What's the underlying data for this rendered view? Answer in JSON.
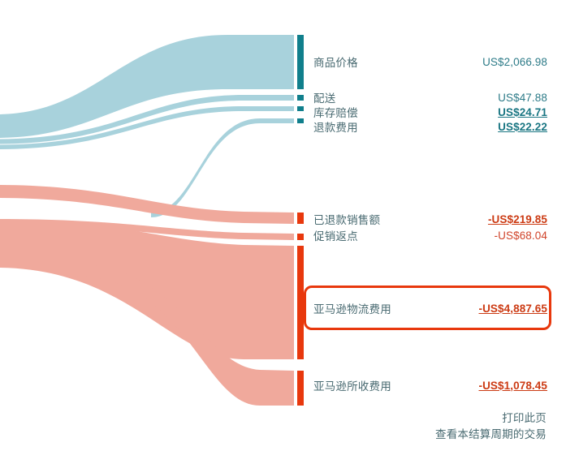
{
  "chart_data": {
    "type": "sankey",
    "title": "",
    "currency_prefix": "US$",
    "positive_color": "#a8d2dc",
    "positive_node_color": "#107f8c",
    "negative_color": "#f0a99c",
    "negative_node_color": "#e8380d",
    "highlight_color": "#e8380d",
    "nodes": [
      {
        "key": "product_charges",
        "label": "商品价格",
        "value": 2066.98,
        "display": "US$2,066.98",
        "sign": "positive"
      },
      {
        "key": "shipping",
        "label": "配送",
        "value": 47.88,
        "display": "US$47.88",
        "sign": "positive"
      },
      {
        "key": "inventory_reimbursement",
        "label": "库存赔偿",
        "value": 24.71,
        "display": "US$24.71",
        "sign": "positive"
      },
      {
        "key": "refund_fees",
        "label": "退款费用",
        "value": 22.22,
        "display": "US$22.22",
        "sign": "positive"
      },
      {
        "key": "refunded_sales",
        "label": "已退款销售额",
        "value": -219.85,
        "display": "-US$219.85",
        "sign": "negative"
      },
      {
        "key": "promo_rebates",
        "label": "促销返点",
        "value": -68.04,
        "display": "-US$68.04",
        "sign": "negative"
      },
      {
        "key": "fba_fees",
        "label": "亚马逊物流费用",
        "value": -4887.65,
        "display": "-US$4,887.65",
        "sign": "negative"
      },
      {
        "key": "amazon_fees",
        "label": "亚马逊所收费用",
        "value": -1078.45,
        "display": "-US$1,078.45",
        "sign": "negative"
      }
    ],
    "legend_position": "right",
    "grid": false
  },
  "rows": [
    {
      "label": "商品价格",
      "value": "US$2,066.98",
      "value_style": "val-teal",
      "interactable": false
    },
    {
      "label": "配送",
      "value": "US$47.88",
      "value_style": "val-teal",
      "interactable": false
    },
    {
      "label": "库存赔偿",
      "value": "US$24.71",
      "value_style": "val-teal-link",
      "interactable": true
    },
    {
      "label": "退款费用",
      "value": "US$22.22",
      "value_style": "val-teal-link",
      "interactable": true
    },
    {
      "label": "已退款销售额",
      "value": "-US$219.85",
      "value_style": "val-red-link",
      "interactable": true
    },
    {
      "label": "促销返点",
      "value": "-US$68.04",
      "value_style": "val-red",
      "interactable": false
    },
    {
      "label": "亚马逊物流费用",
      "value": "-US$4,887.65",
      "value_style": "val-red-link",
      "interactable": true
    },
    {
      "label": "亚马逊所收费用",
      "value": "-US$1,078.45",
      "value_style": "val-red-link",
      "interactable": true
    }
  ],
  "footer": {
    "print_page": "打印此页",
    "view_transactions": "查看本结算周期的交易"
  }
}
